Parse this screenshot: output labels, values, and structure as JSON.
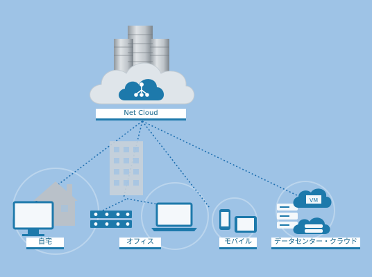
{
  "diagram": {
    "cloud_label": "Net Cloud",
    "nodes": [
      {
        "id": "home",
        "label": "自宅"
      },
      {
        "id": "office",
        "label": "オフィス"
      },
      {
        "id": "mobile",
        "label": "モバイル"
      },
      {
        "id": "datacenter",
        "label": "データセンター・クラウド"
      }
    ],
    "vm_label": "VM"
  },
  "colors": {
    "background": "#9ec3e6",
    "accent": "#1d79ab",
    "link_line": "#1e6fb0",
    "device_light": "#f4f8fb",
    "building_gray": "#b9c1c9",
    "ring": "#c8ddf0"
  },
  "icons": [
    "server-rack-icon",
    "cloud-network-icon",
    "house-icon",
    "desktop-monitor-icon",
    "office-building-icon",
    "network-switch-icon",
    "laptop-icon",
    "smartphone-icon",
    "tablet-icon",
    "server-stack-icon",
    "vm-cloud-icon"
  ]
}
